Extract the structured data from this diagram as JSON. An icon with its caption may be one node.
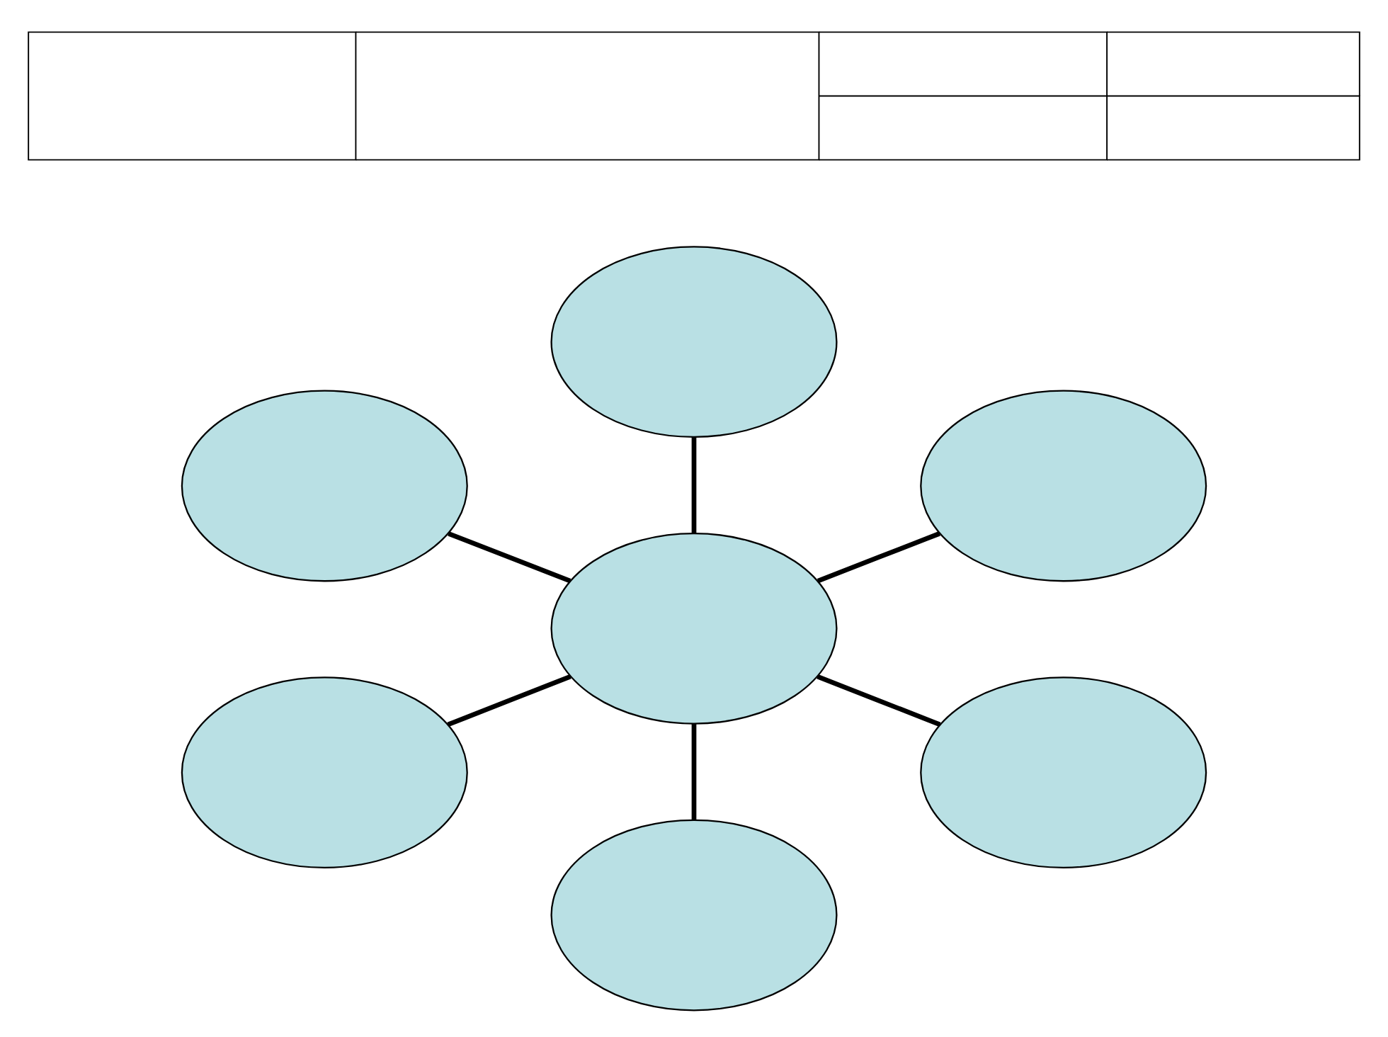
{
  "diagram": {
    "nodes": [
      {
        "text": [],
        "shape": "ellipse"
      },
      {
        "text": [],
        "shape": "ellipse"
      },
      {
        "text": [],
        "shape": "ellipse"
      },
      {
        "text": [],
        "shape": "ellipse"
      },
      {
        "text": [],
        "shape": "ellipse"
      },
      {
        "text": [],
        "shape": "ellipse"
      },
      {
        "text": [],
        "shape": "ellipse"
      }
    ],
    "edges": [
      {
        "from": 0,
        "to": 3,
        "arrow": "none"
      },
      {
        "from": 1,
        "to": 3,
        "arrow": "none"
      },
      {
        "from": 3,
        "to": 2,
        "arrow": "none"
      },
      {
        "from": 4,
        "to": 3,
        "arrow": "none"
      },
      {
        "from": 3,
        "to": 5,
        "arrow": "none"
      },
      {
        "from": 3,
        "to": 6,
        "arrow": "none"
      }
    ]
  }
}
